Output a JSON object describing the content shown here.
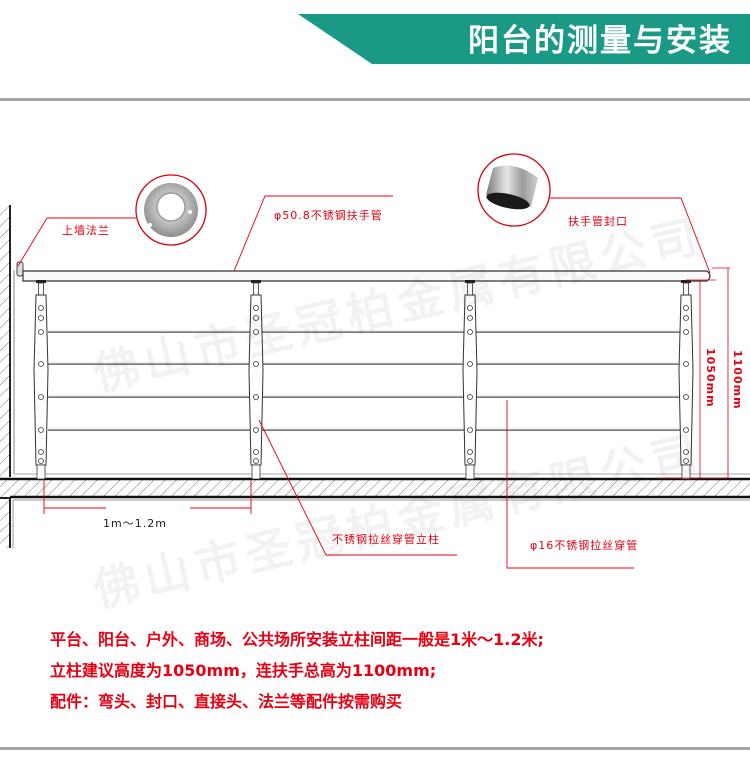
{
  "header": {
    "title": "阳台的测量与安装",
    "banner_color": "#1a9a86"
  },
  "diagram": {
    "callouts": {
      "wall_flange": "上墙法兰",
      "handrail_tube": "φ50.8不锈钢扶手管",
      "handrail_end_cap": "扶手管封口",
      "post": "不锈钢拉丝穿管立柱",
      "cross_tube": "φ16不锈钢拉丝穿管"
    },
    "dimensions": {
      "post_spacing": "1m～1.2m",
      "post_height": "1050mm",
      "total_height": "1100mm"
    },
    "watermark": [
      "佛山市圣冠柏金属有限公司",
      "佛山市圣冠柏金属有限公司"
    ],
    "accent_color": "#e60012"
  },
  "notes": [
    "平台、阳台、户外、商场、公共场所安装立柱间距一般是1米～1.2米;",
    "立柱建议高度为1050mm，连扶手总高为1100mm;",
    "配件：弯头、封口、直接头、法兰等配件按需购买"
  ]
}
